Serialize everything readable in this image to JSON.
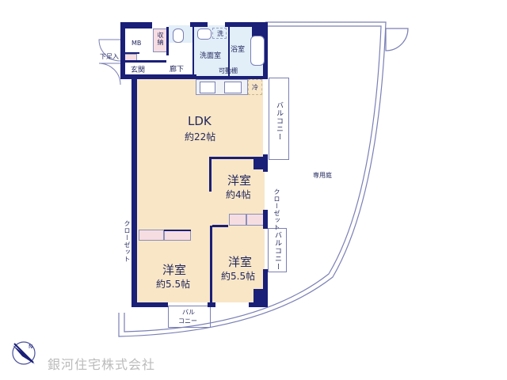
{
  "floorplan": {
    "rooms": {
      "mb": "MB",
      "storage": "収納",
      "shoe_storage": "下足入",
      "entrance": "玄関",
      "hallway": "廊下",
      "washroom": "洗面室",
      "washing_machine": "洗",
      "bathroom": "浴室",
      "movable_shelf": "可動棚",
      "fridge": "冷",
      "ldk_name": "LDK",
      "ldk_size": "約22帖",
      "room1_name": "洋室",
      "room1_size": "約4帖",
      "room2_name": "洋室",
      "room2_size": "約5.5帖",
      "room3_name": "洋室",
      "room3_size": "約5.5帖",
      "closet_right": "クローゼット",
      "closet_left": "クローゼット",
      "balcony_top": "バルコニー",
      "balcony_mid": "バルコニー",
      "balcony_bottom_1": "バル",
      "balcony_bottom_2": "コニー",
      "private_garden": "専用庭"
    },
    "compass": {
      "icon": "compass-north-icon",
      "label": "N"
    },
    "company": "銀河住宅株式会社",
    "colors": {
      "wall": "#1a1f78",
      "room_floor": "#f8e6c6",
      "wet_area": "#e2eef8",
      "closet": "#f6dde2",
      "line": "#7a7fb5",
      "logo_text": "#bbbbbb"
    }
  }
}
